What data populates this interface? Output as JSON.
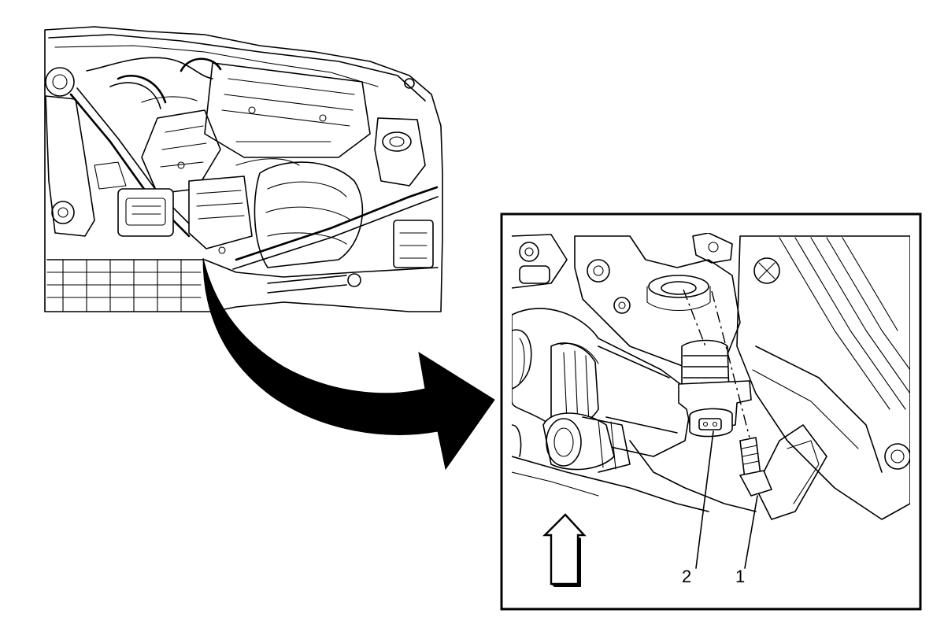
{
  "diagram": {
    "callouts": [
      {
        "id": "1",
        "label": "1"
      },
      {
        "id": "2",
        "label": "2"
      }
    ],
    "icons": {
      "orientation": "forward-arrow-icon",
      "pointer": "curved-pointer-arrow-icon"
    },
    "colors": {
      "line": "#000000",
      "background": "#ffffff"
    }
  }
}
